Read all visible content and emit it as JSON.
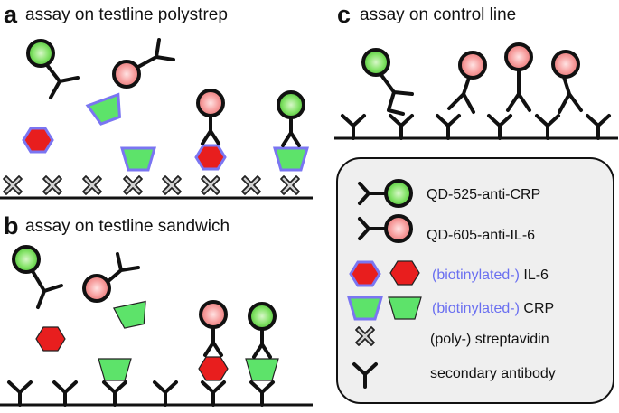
{
  "panels": {
    "a": {
      "letter": "a",
      "title": "assay on testline polystrep"
    },
    "b": {
      "letter": "b",
      "title": "assay on testline sandwich"
    },
    "c": {
      "letter": "c",
      "title": "assay on control line"
    }
  },
  "legend": {
    "qd525": "QD-525-anti-CRP",
    "qd605": "QD-605-anti-IL-6",
    "il6_prefix": "(biotinylated-)",
    "il6_name": " IL-6",
    "crp_prefix": "(biotinylated-)",
    "crp_name": " CRP",
    "streptavidin": "(poly-) streptavidin",
    "secondary": "secondary antibody"
  },
  "colors": {
    "qd525_fill": "#7be36a",
    "qd605_fill": "#f4a2a2",
    "il6_fill": "#e81e1e",
    "crp_fill": "#5de36a",
    "biotin_outline": "#7a75f2",
    "blue_label": "#6a6ff0",
    "legend_box": "#efefef"
  }
}
